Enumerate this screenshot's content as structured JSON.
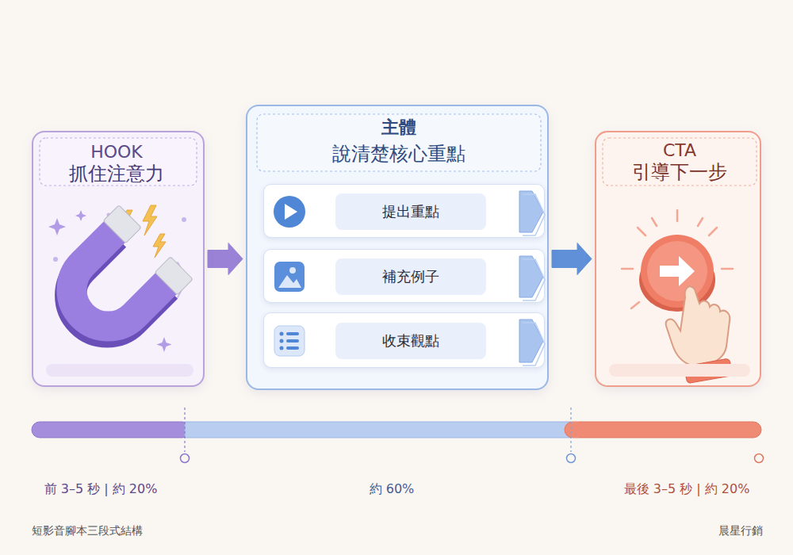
{
  "diagram": {
    "caption": "短影音腳本三段式結構",
    "nodes": [
      {
        "text": [
          "HOOK",
          "抓住注意力"
        ]
      },
      {
        "text": [
          "主體",
          "說清楚核心重點"
        ]
      },
      {
        "text": [
          "提出重點"
        ],
        "in": 1
      },
      {
        "text": [
          "補充例子"
        ],
        "in": 1
      },
      {
        "text": [
          "收束觀點"
        ],
        "in": 1
      },
      {
        "text": [
          "CTA",
          "引導下一步"
        ]
      }
    ],
    "edges": [
      {
        "from": 0,
        "to": 1,
        "arrow": "to"
      },
      {
        "from": 1,
        "to": 5,
        "arrow": "to"
      }
    ],
    "labels": [
      "前 3–5 秒 | 約 20%",
      "約 60%",
      "最後 3–5 秒 | 約 20%",
      "晨星行銷"
    ]
  }
}
